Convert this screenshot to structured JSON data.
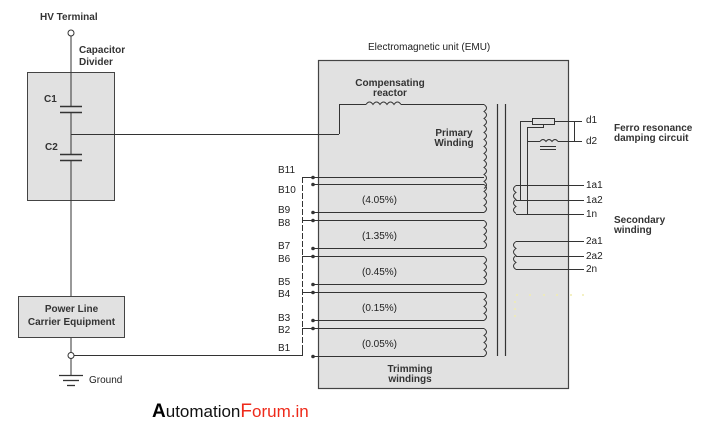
{
  "diagram": {
    "hv_terminal": "HV Terminal",
    "capacitor_divider": [
      "Capacitor",
      "Divider"
    ],
    "capacitors": [
      "C1",
      "C2"
    ],
    "plc": [
      "Power Line",
      "Carrier Equipment"
    ],
    "ground": "Ground",
    "emu_title": "Electromagnetic unit (EMU)",
    "compensating_reactor": [
      "Compensating",
      "reactor"
    ],
    "primary_winding": [
      "Primary",
      "Winding"
    ],
    "trimming_windings": [
      "Trimming",
      "windings"
    ],
    "trimming_percentages": [
      "(4.05%)",
      "(1.35%)",
      "(0.45%)",
      "(0.15%)",
      "(0.05%)"
    ],
    "b_terminals": [
      "B11",
      "B10",
      "B9",
      "B8",
      "B7",
      "B6",
      "B5",
      "B4",
      "B3",
      "B2",
      "B1"
    ],
    "damping_terminals": [
      "d1",
      "d2"
    ],
    "ferro_resonance": [
      "Ferro resonance",
      "damping circuit"
    ],
    "secondary_terminals": [
      "1a1",
      "1a2",
      "1n",
      "2a1",
      "2a2",
      "2n"
    ],
    "secondary_winding": [
      "Secondary",
      "winding"
    ]
  },
  "brand": {
    "a": "A",
    "utomation": "utomation",
    "f": "F",
    "orum": "orum.in"
  },
  "colors": {
    "box_fill": "#e1e1e1",
    "line": "#333333",
    "brand_red": "#ee2a1a"
  }
}
